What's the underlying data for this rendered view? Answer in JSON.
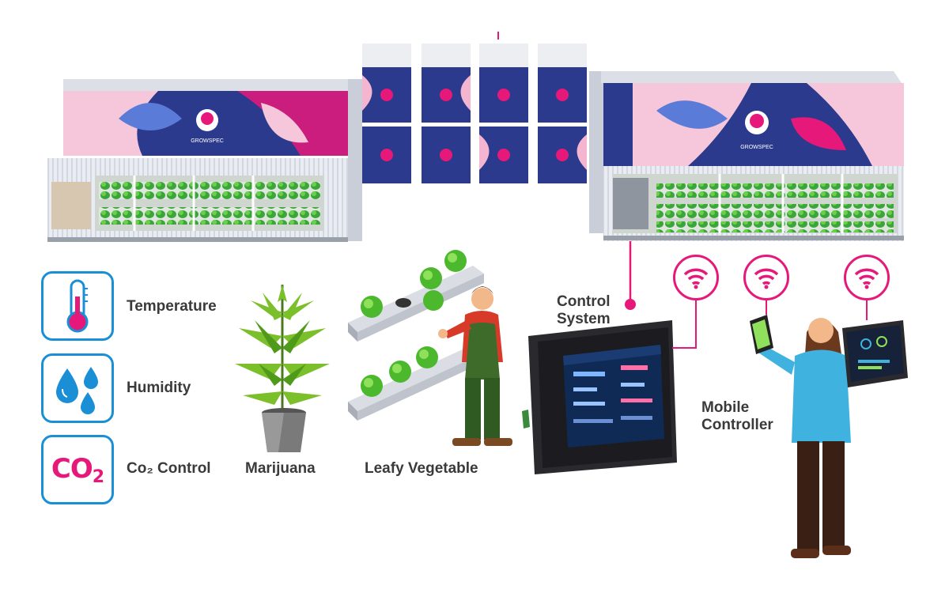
{
  "features": [
    {
      "label": "Temperature",
      "icon": "thermometer-icon"
    },
    {
      "label": "Humidity",
      "icon": "water-drops-icon"
    },
    {
      "label": "Co₂ Control",
      "icon": "co2-icon",
      "icon_text": "CO",
      "icon_sub": "2"
    }
  ],
  "crops": [
    {
      "label": "Marijuana"
    },
    {
      "label": "Leafy Vegetable"
    }
  ],
  "control": {
    "label_line1": "Control",
    "label_line2": "System"
  },
  "mobile": {
    "label_line1": "Mobile",
    "label_line2": "Controller"
  },
  "brand": {
    "name": "GROWSPEC"
  },
  "colors": {
    "accent_magenta": "#e6197a",
    "icon_blue": "#1a8fd6",
    "container_navy": "#2b3a8c",
    "text_gray": "#3a3a3a"
  }
}
